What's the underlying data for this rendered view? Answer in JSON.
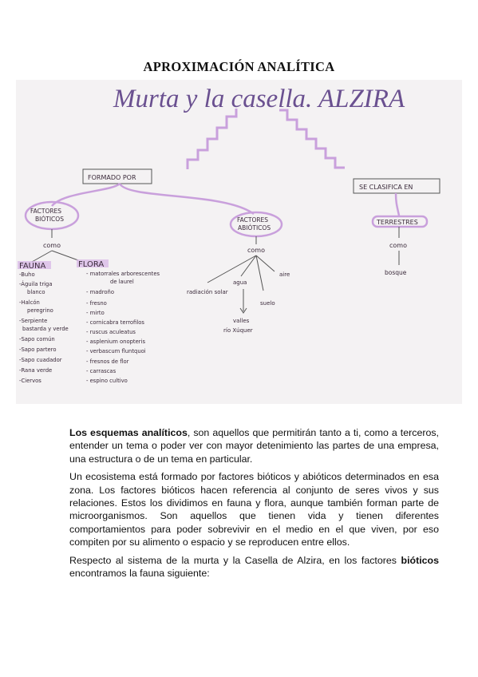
{
  "page": {
    "title": "APROXIMACIÓN ANALÍTICA"
  },
  "concept_map": {
    "title": "Murta y la casella. ALZIRA",
    "formado_por": "FORMADO POR",
    "se_clasifica_en": "SE CLASIFICA EN",
    "factores_bioticos": [
      "FACTORES",
      "BIÓTICOS"
    ],
    "factores_abioticos": [
      "FACTORES",
      "ABIÓTICOS"
    ],
    "terrestres": "TERRESTRES",
    "como": "como",
    "fauna_label": "FAUNA",
    "flora_label": "FLORA",
    "fauna_items": [
      "-Buho",
      "-Águila triga",
      "blanco",
      "-Halcón",
      "peregrino",
      "-Serpiente",
      "bastarda y verde",
      "-Sapo común",
      "-Sapo partero",
      "-Sapo cuadador",
      "-Rana verde",
      "-Ciervos"
    ],
    "flora_items": [
      "- matorrales arborescentes",
      "de laurel",
      "- madroño",
      "- fresno",
      "- mirto",
      "- cornicabra terrofilos",
      "- ruscus aculeatus",
      "- asplenium onopteris",
      "- verbascum fluntquoi",
      "- fresnos de flor",
      "- carrascas",
      "- espino cultivo"
    ],
    "abioticos_items": [
      "radiación solar",
      "agua",
      "aire",
      "suelo"
    ],
    "agua_sub": [
      "valles",
      "río Xúquer"
    ],
    "terrestres_item": "bosque"
  },
  "body": {
    "p1_bold": "Los esquemas analíticos",
    "p1_rest": ", son aquellos que permitirán tanto a ti, como a terceros, entender un tema o poder ver con mayor detenimiento las partes de una empresa, una estructura o de un tema en particular.",
    "p2": "Un ecosistema está formado por factores bióticos y abióticos determinados en esa zona. Los factores bióticos hacen referencia al conjunto de seres vivos y sus relaciones. Estos los dividimos en fauna y flora, aunque también forman parte de microorganismos. Son aquellos que tienen vida y tienen diferentes comportamientos para poder sobrevivir en el medio en el que viven, por eso compiten por su alimento o espacio y se reproducen entre ellos.",
    "p3_pre": "Respecto al sistema de la murta y la Casella de Alzira, en los factores ",
    "p3_bold": "bióticos",
    "p3_post": " encontramos la fauna siguiente:"
  },
  "colors": {
    "highlight": "#c9a0dc",
    "ink": "#3a2a3a",
    "paper": "#f4f2f3"
  }
}
